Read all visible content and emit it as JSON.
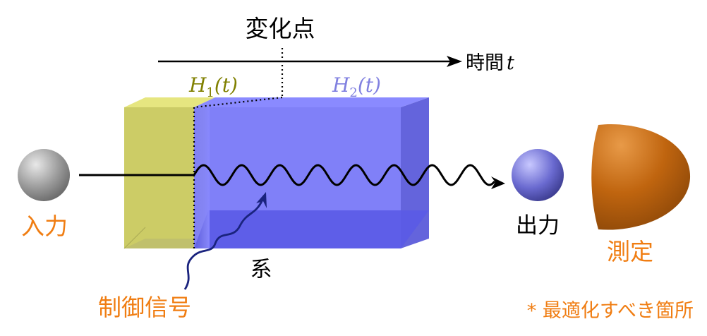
{
  "title": "変化点",
  "time_axis": {
    "label": "時間",
    "var": "t"
  },
  "hamiltonians": [
    {
      "symbol": "H",
      "sub": "1",
      "arg": "(t)",
      "color": "#808000"
    },
    {
      "symbol": "H",
      "sub": "2",
      "arg": "(t)",
      "color": "#8080e0"
    }
  ],
  "labels": {
    "input": "入力",
    "output": "出力",
    "system": "系",
    "measurement": "測定",
    "control_signal": "制御信号",
    "note": "* 最適化すべき箇所"
  },
  "colors": {
    "orange": "#f07d12",
    "yellow_box": "#cccc66",
    "blue_box": "#6666ee",
    "wave": "#000000",
    "control_wave": "#1a237e"
  }
}
